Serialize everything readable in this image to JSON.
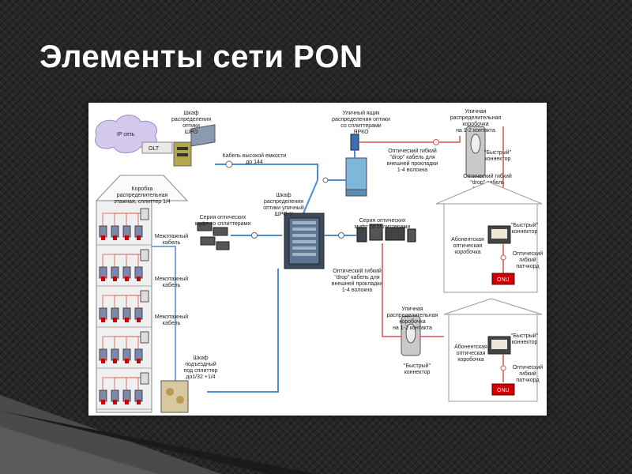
{
  "slide": {
    "title": "Элементы сети PON"
  },
  "colors": {
    "fiber_blue": "#4a8fd1",
    "drop_red": "#d9534f",
    "onu_red": "#cc0000",
    "cloud": "#d4c8ec"
  },
  "labels": {
    "ip_network": "IP сеть",
    "olt": "OLT",
    "shro": [
      "Шкаф",
      "распределения",
      "оптики",
      "ШРО"
    ],
    "trunk_cable": [
      "Кабель высокой емкости",
      "до 144"
    ],
    "yarko": [
      "Уличный ящик",
      "распределения оптики",
      "со сплиттерами",
      "ЯРКО"
    ],
    "street_box_top": [
      "Уличная",
      "распределительная",
      "коробочка",
      "на 1-2 контакта"
    ],
    "fast_connector_top": [
      "\"Быстрый\"",
      "коннектор"
    ],
    "drop_top": [
      "Оптический гибкий",
      "\"drop\" кабель для",
      "внешней прокладки",
      "1-4 волокна"
    ],
    "drop_short": [
      "Оптический гибкий",
      "\"drop\" кабель",
      "1-2 волокна"
    ],
    "floor_box": [
      "Коробка",
      "распределительная",
      "этажная, сплиттер 1/4"
    ],
    "splice_series_left": [
      "Серия оптических",
      "муфт со сплиттерами"
    ],
    "splice_series_right": [
      "Серия оптических",
      "муфт со сплиттерами"
    ],
    "shro_up": [
      "Шкаф",
      "распределения",
      "оптики уличный",
      "ШРО-У"
    ],
    "interfloor_cable": [
      "Межэтажный",
      "кабель"
    ],
    "drop_mid": [
      "Оптический гибкий",
      "\"drop\" кабель для",
      "внешней прокладки",
      "1-4 волокна"
    ],
    "street_box_bottom": [
      "Уличная",
      "распределительная",
      "коробочка",
      "на 1-2 контакта"
    ],
    "fast_connector_bottom": [
      "\"Быстрый\"",
      "коннектор"
    ],
    "entrance_cabinet": [
      "Шкаф",
      "подъездный",
      "под сплиттер",
      "до1/32 +1/4"
    ],
    "subscriber_box": [
      "Абонентская",
      "оптическая",
      "коробочка"
    ],
    "fast_connector_house": [
      "\"Быстрый\"",
      "коннектор"
    ],
    "patchcord": [
      "Оптический",
      "гибкий",
      "патчкорд"
    ],
    "onu": "ONU"
  }
}
